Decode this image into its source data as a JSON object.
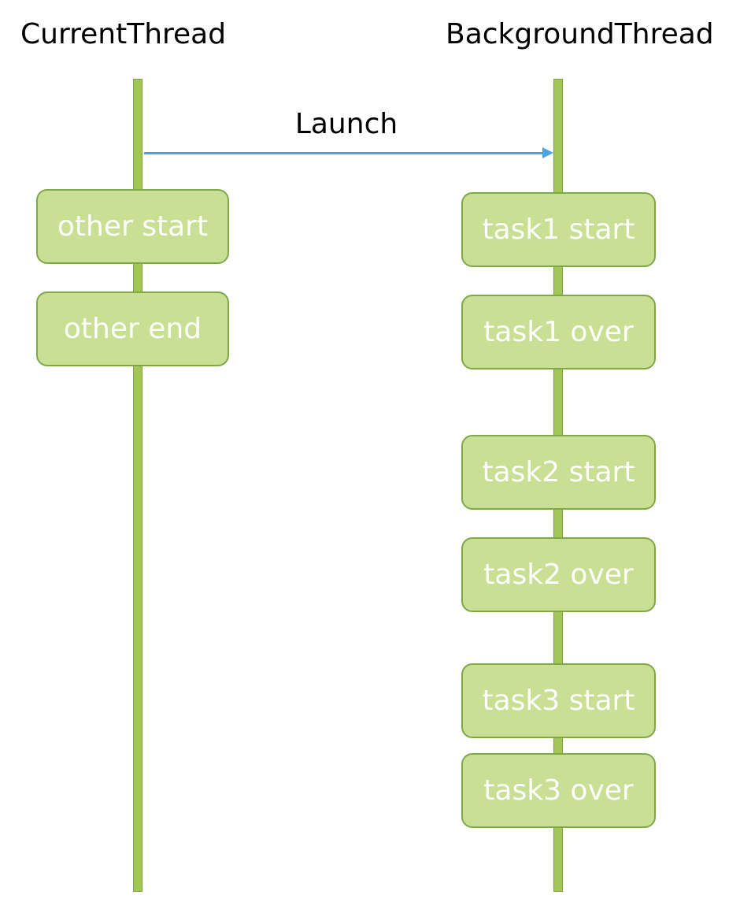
{
  "threads": {
    "current": {
      "title": "CurrentThread",
      "blocks": [
        "other start",
        "other end"
      ]
    },
    "background": {
      "title": "BackgroundThread",
      "blocks": [
        "task1 start",
        "task1 over",
        "task2 start",
        "task2 over",
        "task3 start",
        "task3 over"
      ]
    }
  },
  "arrow": {
    "label": "Launch"
  },
  "colors": {
    "lifeline": "#a2c657",
    "block_fill": "#c9df93",
    "block_border": "#7fa948",
    "arrow": "#4ba3e6"
  }
}
